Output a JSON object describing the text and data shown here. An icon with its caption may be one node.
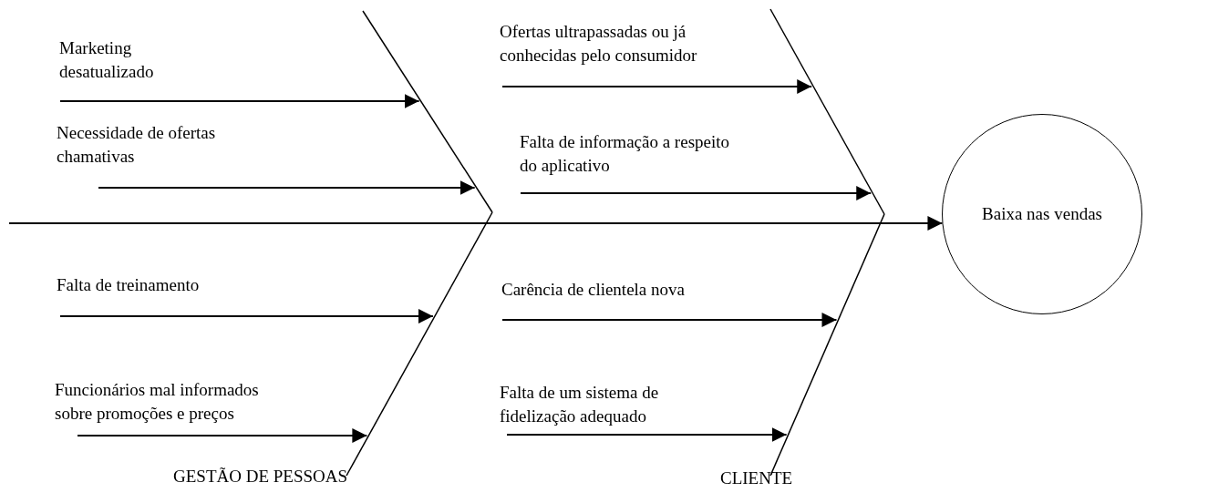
{
  "diagram": {
    "nodes": [
      {
        "text": [
          "Marketing desatualizado"
        ]
      },
      {
        "text": [
          "Necessidade de ofertas chamativas"
        ]
      },
      {
        "text": [
          "Falta de treinamento"
        ]
      },
      {
        "text": [
          "Funcionários mal informados sobre promoções e preços"
        ]
      },
      {
        "text": [
          "Ofertas ultrapassadas ou já conhecidas pelo consumidor"
        ]
      },
      {
        "text": [
          "Falta de informação a respeito do aplicativo"
        ]
      },
      {
        "text": [
          "Carência de clientela nova"
        ]
      },
      {
        "text": [
          "Falta de um sistema de fidelização adequado"
        ]
      },
      {
        "text": [
          "Baixa nas vendas"
        ]
      },
      {
        "text": [],
        "shape": "line"
      },
      {
        "text": [],
        "shape": "line"
      },
      {
        "text": [],
        "shape": "line"
      },
      {
        "text": [],
        "shape": "line"
      }
    ],
    "edges": [
      {
        "from": 0,
        "to": 9,
        "arrow": "to"
      },
      {
        "from": 1,
        "to": 9,
        "arrow": "to"
      },
      {
        "from": 2,
        "to": 10,
        "arrow": "to"
      },
      {
        "from": 3,
        "to": 10,
        "arrow": "to"
      },
      {
        "from": 4,
        "to": 11,
        "arrow": "to"
      },
      {
        "from": 5,
        "to": 11,
        "arrow": "to"
      },
      {
        "from": 6,
        "to": 12,
        "arrow": "to"
      },
      {
        "from": 7,
        "to": 12,
        "arrow": "to"
      },
      {
        "from": null,
        "to": 8,
        "arrow": "to"
      }
    ],
    "labels": [
      "GESTÃO DE PESSOAS",
      "CLIENTE"
    ]
  }
}
